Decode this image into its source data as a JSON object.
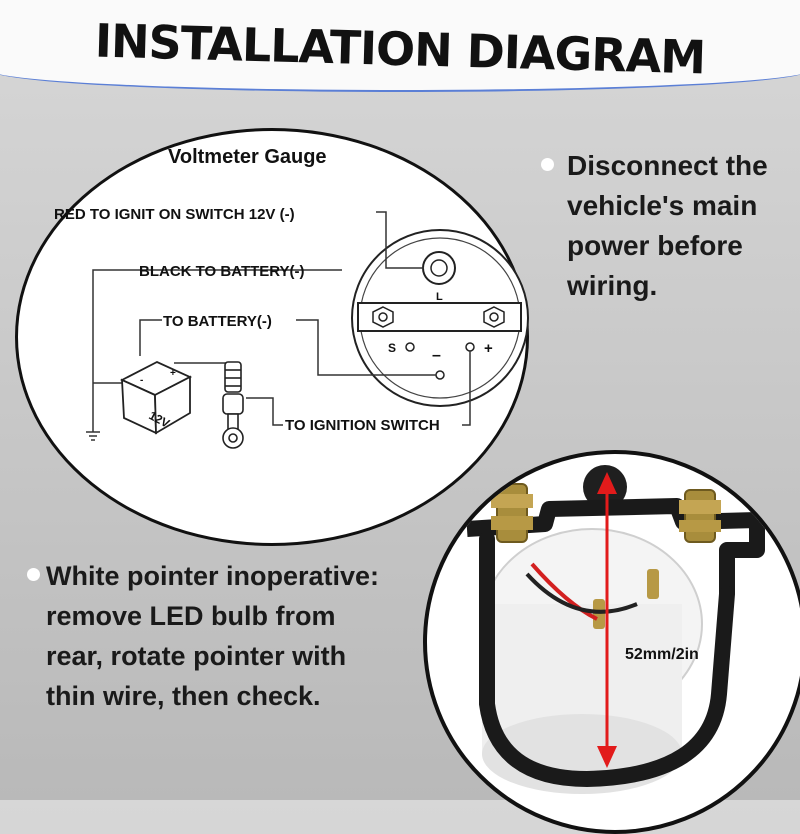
{
  "header": {
    "title": "INSTALLATION DIAGRAM"
  },
  "diagram": {
    "gauge_title": "Voltmeter Gauge",
    "labels": {
      "red_wire": "RED TO IGNIT ON SWITCH 12V (-)",
      "black_wire": "BLACK TO BATTERY(-)",
      "to_battery": "TO BATTERY(-)",
      "to_ignition": "TO IGNITION SWITCH"
    },
    "battery_label": "12V",
    "terminal_labels": {
      "l": "L",
      "s": "S",
      "minus": "–",
      "plus": "+"
    }
  },
  "notes": {
    "right": [
      "Disconnect the",
      "vehicle's main",
      "power before",
      "wiring."
    ],
    "left": [
      "White pointer inoperative:",
      "remove LED bulb from",
      "rear, rotate pointer with",
      "thin wire, then check."
    ]
  },
  "photo": {
    "dimension_label": "52mm/2in"
  },
  "colors": {
    "banner_border": "#5b7fd6",
    "dimension_arrow": "#e21b1b",
    "bracket": "#1a1a1a"
  }
}
